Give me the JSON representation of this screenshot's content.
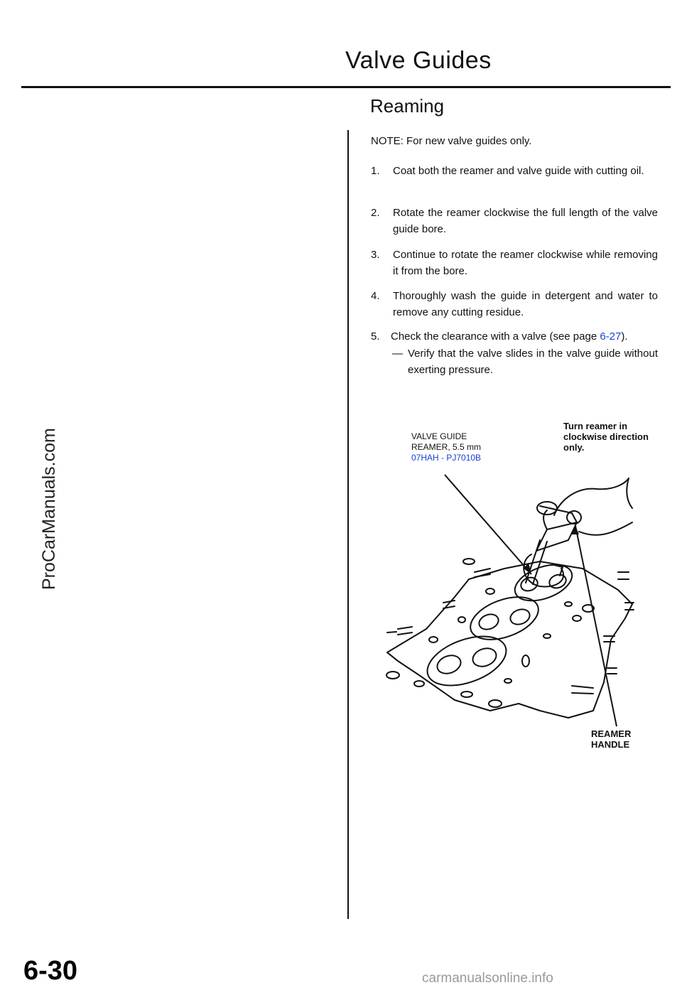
{
  "page": {
    "title": "Valve Guides",
    "section": "Reaming",
    "note": "NOTE:  For new valve guides only.",
    "steps": [
      {
        "num": "1.",
        "text": "Coat both the reamer and valve guide with cutting oil."
      },
      {
        "num": "2.",
        "text": "Rotate the reamer clockwise the full length of the valve guide bore."
      },
      {
        "num": "3.",
        "text": "Continue to rotate the reamer clockwise while removing it from the bore."
      },
      {
        "num": "4.",
        "text": "Thoroughly wash the guide in detergent and water to remove any cutting residue."
      },
      {
        "num": "5.",
        "text_before": "Check the clearance with a valve (see page ",
        "link": "6-27",
        "text_after": ")."
      }
    ],
    "substep": {
      "dash": "—",
      "text": "Verify that the valve slides in the valve guide without exerting pressure."
    }
  },
  "figure": {
    "tool_label_line1": "VALVE GUIDE",
    "tool_label_line2": "REAMER, 5.5 mm",
    "tool_part_number": "07HAH - PJ7010B",
    "turn_label_line1": "Turn reamer in",
    "turn_label_line2": "clockwise direction",
    "turn_label_line3": "only.",
    "handle_label_line1": "REAMER",
    "handle_label_line2": "HANDLE"
  },
  "page_number": "6-30",
  "sidebar_watermark": "ProCarManuals.com",
  "footer_watermark": "carmanualsonline.info",
  "colors": {
    "link": "#1a3fd6",
    "text": "#111111",
    "watermark": "#9a9a9a"
  }
}
